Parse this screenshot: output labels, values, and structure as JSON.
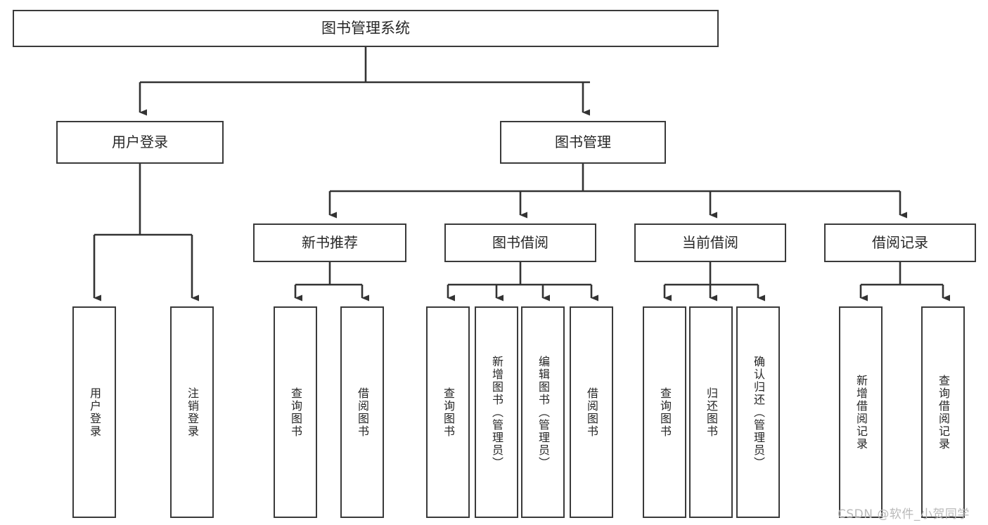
{
  "diagram": {
    "type": "tree",
    "title": "图书管理系统",
    "root": {
      "label": "图书管理系统",
      "id": "root"
    },
    "level1": [
      {
        "id": "user-login",
        "label": "用户登录"
      },
      {
        "id": "book-manage",
        "label": "图书管理"
      }
    ],
    "level2": [
      {
        "id": "new-book-rec",
        "label": "新书推荐",
        "parent": "book-manage"
      },
      {
        "id": "book-borrow",
        "label": "图书借阅",
        "parent": "book-manage"
      },
      {
        "id": "current-borrow",
        "label": "当前借阅",
        "parent": "book-manage"
      },
      {
        "id": "borrow-record",
        "label": "借阅记录",
        "parent": "book-manage"
      }
    ],
    "leaves": {
      "user_login": [
        {
          "id": "leaf-user-login",
          "label": "用户登录"
        },
        {
          "id": "leaf-logout",
          "label": "注销登录"
        }
      ],
      "new_book_rec": [
        {
          "id": "leaf-query-book-1",
          "label": "查询图书"
        },
        {
          "id": "leaf-borrow-book-1",
          "label": "借阅图书"
        }
      ],
      "book_borrow": [
        {
          "id": "leaf-query-book-2",
          "label": "查询图书"
        },
        {
          "id": "leaf-add-book",
          "label": "新增图书（管理员）"
        },
        {
          "id": "leaf-edit-book",
          "label": "编辑图书（管理员）"
        },
        {
          "id": "leaf-borrow-book-2",
          "label": "借阅图书"
        }
      ],
      "current_borrow": [
        {
          "id": "leaf-query-book-3",
          "label": "查询图书"
        },
        {
          "id": "leaf-return-book",
          "label": "归还图书"
        },
        {
          "id": "leaf-confirm-return",
          "label": "确认归还（管理员）"
        }
      ],
      "borrow_record": [
        {
          "id": "leaf-add-record",
          "label": "新增借阅记录"
        },
        {
          "id": "leaf-query-record",
          "label": "查询借阅记录"
        }
      ]
    },
    "colors": {
      "box_border": "#3a3a3a",
      "box_fill": "#ffffff",
      "edge": "#333333",
      "text": "#262626",
      "watermark": "#b9b9b9",
      "background": "#ffffff"
    }
  },
  "watermark": {
    "text": "CSDN @软件_小贺同学"
  }
}
